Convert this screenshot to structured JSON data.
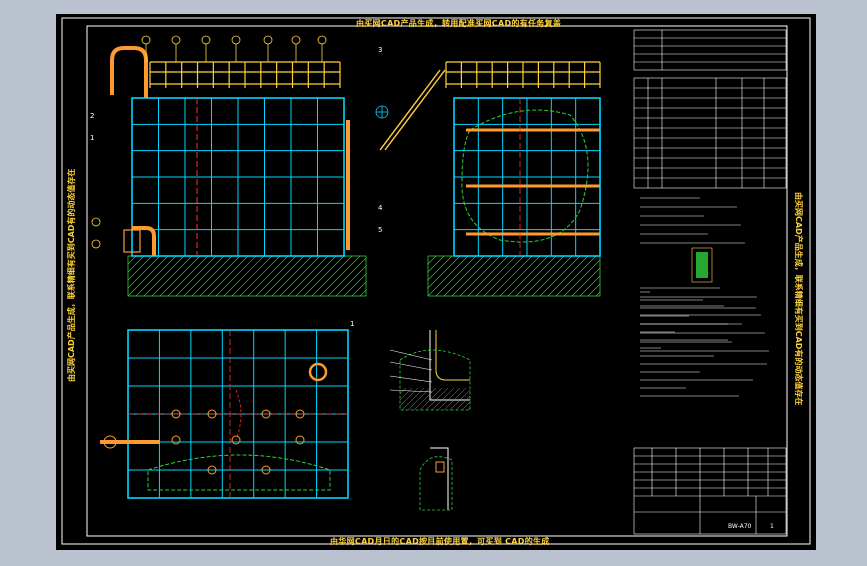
{
  "banners": {
    "top": "由买网CAD产品生成，转用配准买网CAD的有任务复盖",
    "bottom": "由华网CAD月日的CAD按目前使用置，可买到 CAD的生成",
    "left": "由买网CAD产品生成，联系精细有买到CAD有的动态值存在",
    "right": "由买网CAD产品生成，联系精细有买到CAD有的动态值存在"
  },
  "callouts": {
    "c1": "1",
    "c2": "2",
    "c3": "3",
    "c4": "4",
    "c5": "5",
    "c6": "1"
  },
  "title_block": {
    "drawing_no": "BW-A70",
    "sheet": "1"
  },
  "colors": {
    "background": "#b9c2ce",
    "sheet": "#000000",
    "frame": "#ffffff",
    "grid": "#00d7ff",
    "rail": "#ffd23a",
    "hatch": "#2fd23a",
    "pipe": "#ff9a2f",
    "text": "#ffffff"
  }
}
